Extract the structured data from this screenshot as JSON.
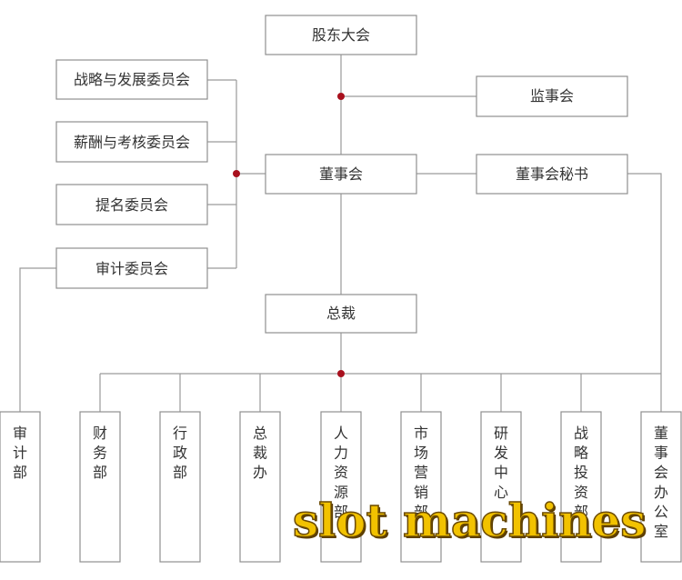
{
  "org_chart": {
    "top": {
      "shareholders": "股东大会",
      "supervisory": "监事会"
    },
    "board": {
      "board": "董事会",
      "secretary": "董事会秘书"
    },
    "committees": [
      "战略与发展委员会",
      "薪酬与考核委员会",
      "提名委员会",
      "审计委员会"
    ],
    "ceo": "总裁",
    "departments": [
      "审计部",
      "财务部",
      "行政部",
      "总裁办",
      "人力资源部",
      "市场营销部",
      "研发中心",
      "战略投资部",
      "董事会办公室"
    ]
  },
  "colors": {
    "line": "#9a9a9a",
    "node_dot": "#a8101d",
    "box_border": "#8f8f8f",
    "text": "#333333",
    "watermark_fill": "#f2c200"
  },
  "watermark": {
    "text": "slot machines"
  }
}
